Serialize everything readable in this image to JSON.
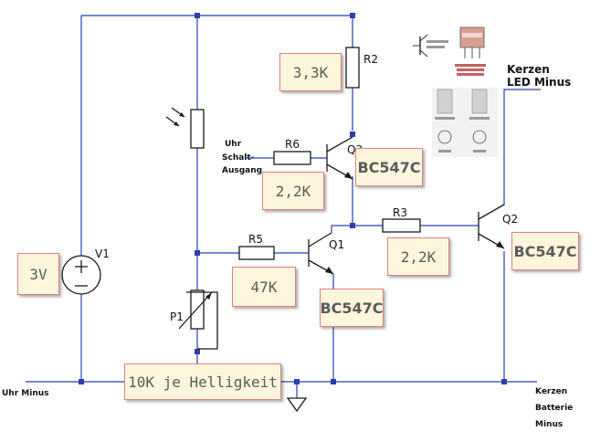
{
  "components": {
    "r2": "R2",
    "r6": "R6",
    "r5": "R5",
    "r3": "R3",
    "q1": "Q1",
    "q2": "Q2",
    "q3": "Q3",
    "v1": "V1",
    "p1": "P1"
  },
  "notes": {
    "r2_value": "3,3K",
    "r6_value": "2,2K",
    "q3_type": "BC547C",
    "r3_value": "2,2K",
    "q2_type": "BC547C",
    "v1_value": "3V",
    "r5_value": "47K",
    "q1_type": "BC547C",
    "p1_note": "10K je Helligkeit"
  },
  "terminals": {
    "uhr_schalt": [
      "Uhr",
      "Schalt-",
      "Ausgang"
    ],
    "kerzen_led": [
      "Kerzen",
      "LED Minus"
    ],
    "uhr_minus": "Uhr Minus",
    "kerzen_batterie": [
      "Kerzen",
      "Batterie",
      "Minus"
    ]
  },
  "colors": {
    "wire": "#2a3fb0",
    "note_bg": "#fdf6dc",
    "note_border": "#e08080"
  }
}
